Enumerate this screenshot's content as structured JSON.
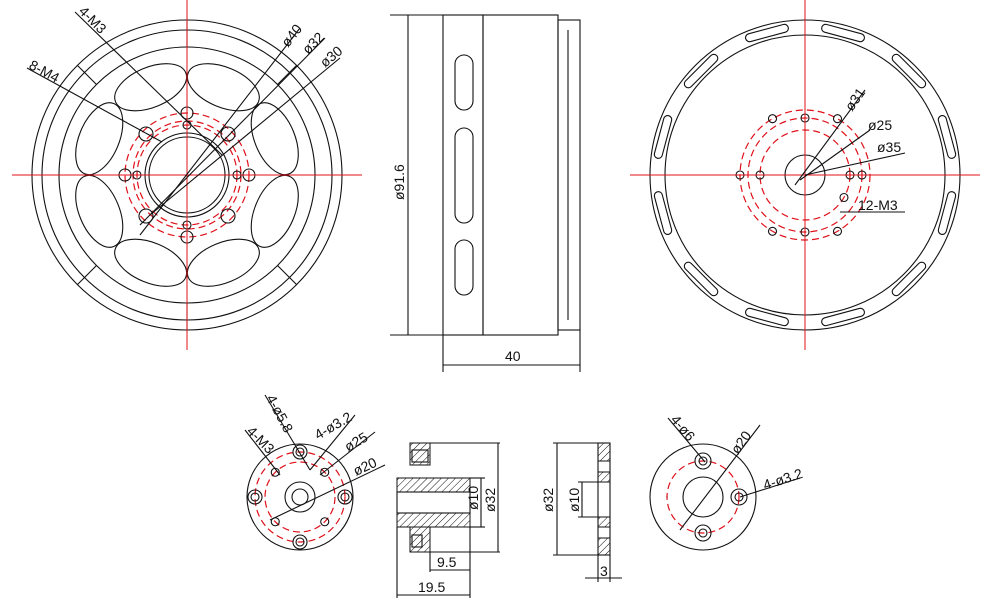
{
  "front_view": {
    "labels": [
      "4-M3",
      "8-M4",
      "ø40",
      "ø32",
      "ø30"
    ]
  },
  "side_view": {
    "diameter_label": "ø91.6",
    "length_label": "40"
  },
  "rear_view": {
    "labels": [
      "ø31",
      "ø25",
      "ø35",
      "12-M3"
    ]
  },
  "hub_front": {
    "labels": [
      "4-ø5.8",
      "4-M3",
      "4-ø3.2",
      "ø25",
      "ø20"
    ]
  },
  "hub_section": {
    "labels": [
      "ø10",
      "ø32",
      "9.5",
      "19.5"
    ]
  },
  "plate_section": {
    "labels": [
      "ø32",
      "ø10",
      "3"
    ]
  },
  "plate_front": {
    "labels": [
      "4-ø6",
      "ø20",
      "4-ø3.2"
    ]
  },
  "colors": {
    "line": "#111111",
    "centerline": "#e0101a"
  }
}
